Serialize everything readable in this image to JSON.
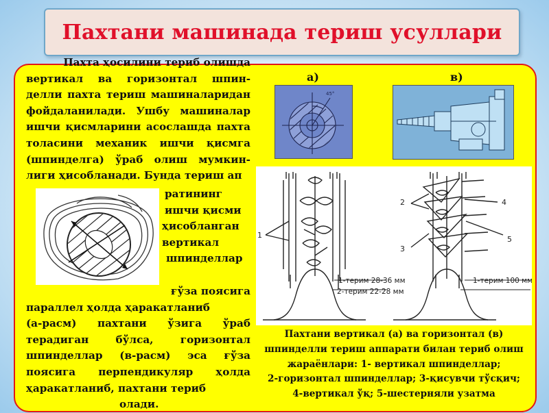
{
  "title": "Пахтани машинада териш усуллари",
  "body_top_lines": [
    "Пахта ҳосилини териб олишда",
    "вертикал ва горизонтал шпин-",
    "делли пахта териш машиналаридан",
    "фойдаланилади. Ушбу машиналар",
    "ишчи қисмларини асослашда пахта",
    "толасини механик ишчи қисмга",
    "(шпинделга) ўраб олиш мумкин-",
    "лиги ҳисобланади. Бунда териш ап"
  ],
  "body_side_lines": [
    "ратининг",
    "ишчи қисми",
    "ҳисобланган",
    "вертикал",
    "шпинделлар"
  ],
  "body_bottom_lines": [
    "ғўза поясига",
    "параллел ҳолда ҳаракатланиб",
    "(а-расм) пахтани ўзига ўраб",
    "терадиган бўлса, горизонтал",
    "шпинделлар (в-расм) эса ғўза",
    "поясига перпендикуляр ҳолда",
    "ҳаракатланиб, пахтани териб",
    "олади."
  ],
  "fig_labels": {
    "a": "а)",
    "b": "в)"
  },
  "diagram_labels": {
    "n1": "1",
    "n2": "2",
    "n3": "3",
    "n4": "4",
    "n5": "5",
    "pick1_left": "1-терим 28-36 мм",
    "pick2_left": "2-терим 22-28 мм",
    "pick1_right": "1-терим 100 мм",
    "angle_mark": "45°"
  },
  "caption_lines": [
    "Пахтани вертикал (а) ва горизонтал (в)",
    "шпинделли териш аппарати билан териб олиш",
    "жараёнлари: 1- вертикал шпинделлар;",
    "2-горизонтал шпинделлар; 3-қисувчи тўсқич;",
    "4-вертикал ўқ; 5-шестерняли узатма"
  ],
  "colors": {
    "title_text": "#e0102a",
    "panel_fill": "#ffff00",
    "panel_border": "#e11818",
    "title_box_fill": "#f3e3dc",
    "fig_a_bg": "#6f86c9",
    "fig_b_bg": "#7fb2d8"
  }
}
